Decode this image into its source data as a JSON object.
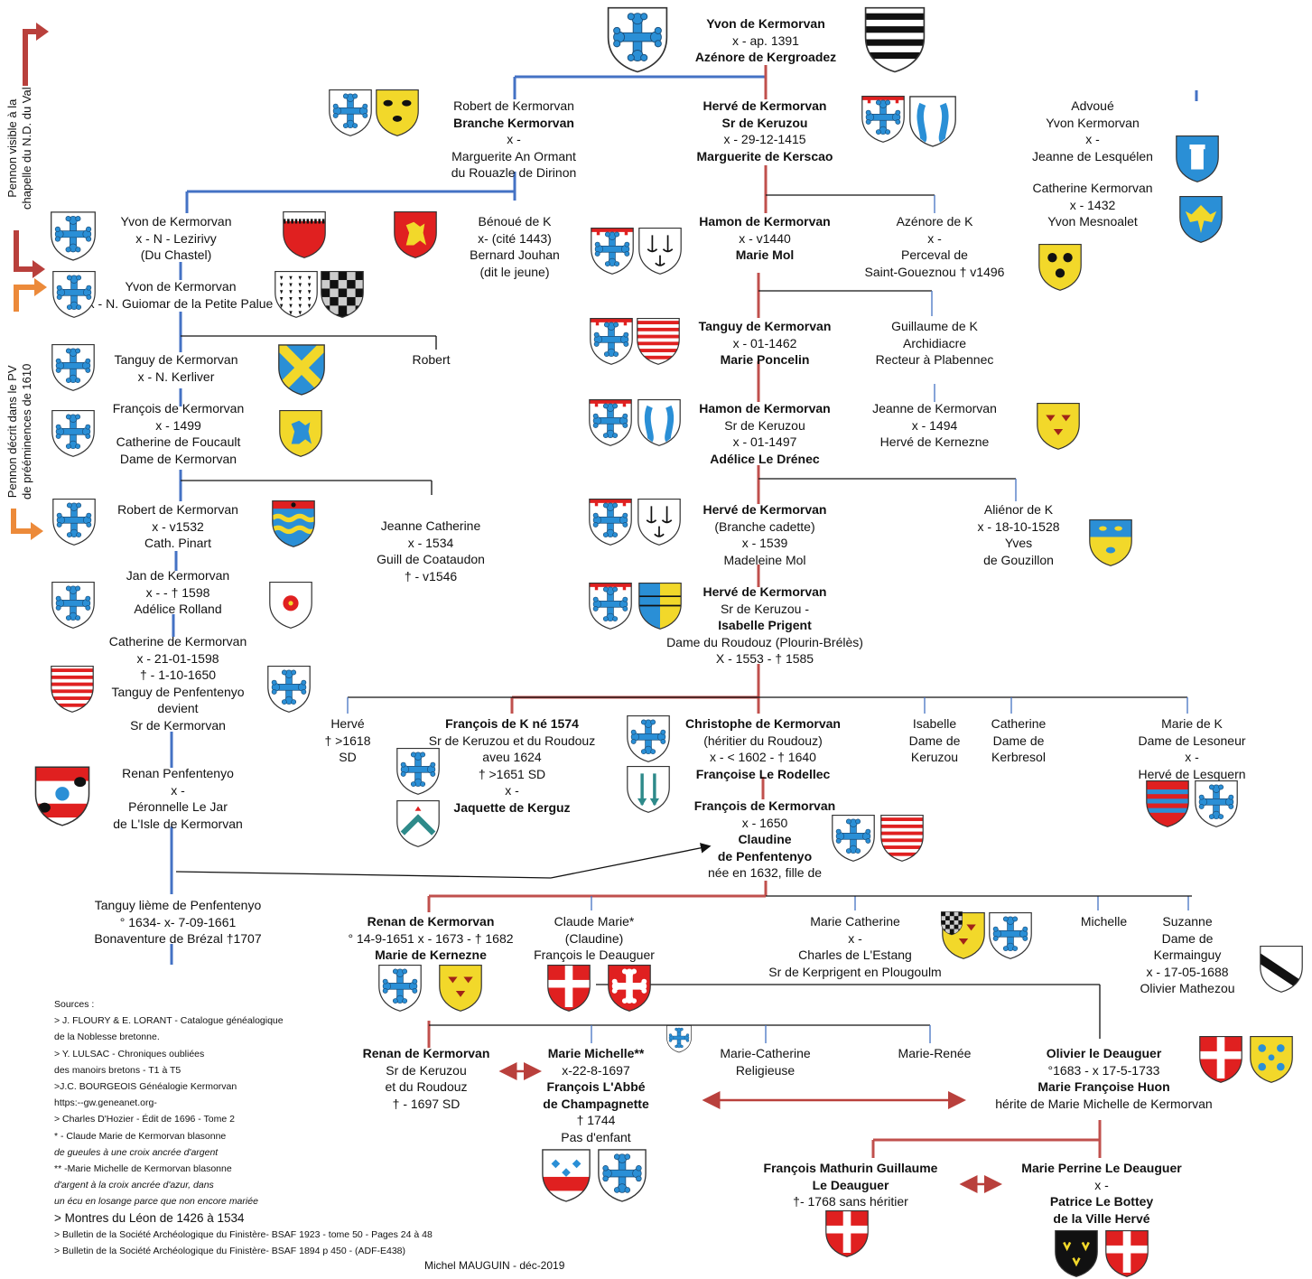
{
  "colors": {
    "blue_line": "#4472c4",
    "red_line": "#c0504d",
    "arrow_red": "#b9403c",
    "arrow_orange": "#ec8a3a",
    "azure": "#2a8fd6",
    "gules": "#e02020",
    "or": "#f2d82a",
    "sable": "#111111"
  },
  "side_notes": {
    "pennon_val": [
      "Pennon visible à la",
      "chapelle du N.D. du Val"
    ],
    "pennon_pv": [
      "Pennon décrit dans le PV",
      "de prééminences de 1610"
    ]
  },
  "persons": {
    "yvon_top": [
      "Yvon de Kermorvan",
      "x - ap. 1391",
      "Azénore de Kergroadez"
    ],
    "robert_branche": [
      "Robert de Kermorvan",
      "Branche Kermorvan",
      "x -",
      "Marguerite An Ormant",
      "du Rouazle de Dirinon"
    ],
    "herve_1415": [
      "Hervé de Kermorvan",
      "Sr de Keruzou",
      "x - 29-12-1415",
      "Marguerite de Kerscao"
    ],
    "advoue": [
      "Advoué",
      "Yvon Kermorvan",
      "x -",
      "Jeanne de Lesquélen"
    ],
    "catherine_1432": [
      "Catherine Kermorvan",
      "x - 1432",
      "Yvon Mesnoalet"
    ],
    "yvon_lezirivy": [
      "Yvon de Kermorvan",
      "x - N - Lezirivy",
      "(Du Chastel)"
    ],
    "benoue": [
      "Bénoué de K",
      "x- (cité 1443)",
      "Bernard Jouhan",
      "(dit le jeune)"
    ],
    "hamon_1440": [
      "Hamon de Kermorvan",
      "x -  v1440",
      "Marie Mol"
    ],
    "azenore_k": [
      "Azénore de K",
      "x -",
      "Perceval de",
      "Saint-Goueznou † v1496"
    ],
    "yvon_guiomar": [
      "Yvon de Kermorvan",
      "x - N. Guiomar de la Petite Palue"
    ],
    "tanguy_kerliver": [
      "Tanguy de Kermorvan",
      "x - N. Kerliver"
    ],
    "robert_solo": [
      "Robert"
    ],
    "tanguy_1462": [
      "Tanguy de Kermorvan",
      "x - 01-1462",
      "Marie Poncelin"
    ],
    "guillaume_k": [
      "Guillaume de K",
      "Archidiacre",
      "Recteur à Plabennec"
    ],
    "francois_1499": [
      "François de Kermorvan",
      "x - 1499",
      "Catherine de Foucault",
      "Dame de Kermorvan"
    ],
    "hamon_1497": [
      "Hamon de Kermorvan",
      "Sr de Keruzou",
      "x - 01-1497",
      "Adélice Le Drénec"
    ],
    "jeanne_1494": [
      "Jeanne de Kermorvan",
      "x - 1494",
      "Hervé de Kernezne"
    ],
    "robert_1532": [
      "Robert de Kermorvan",
      "x - v1532",
      "Cath. Pinart"
    ],
    "jeanne_catherine": [
      "Jeanne Catherine",
      "x - 1534",
      "Guill de Coataudon",
      "† - v1546"
    ],
    "herve_1539": [
      "Hervé de Kermorvan",
      "(Branche cadette)",
      "x - 1539",
      "Madeleine Mol"
    ],
    "alienor": [
      "Aliénor de K",
      "x - 18-10-1528",
      "Yves",
      "de Gouzillon"
    ],
    "jan_1598": [
      "Jan de Kermorvan",
      "x -   - † 1598",
      "Adélice Rolland"
    ],
    "herve_prigent": [
      "Hervé de Kermorvan",
      "Sr de Keruzou -",
      "Isabelle Prigent",
      "Dame du Roudouz  (Plourin-Brélès)",
      "X - 1553  -  † 1585"
    ],
    "catherine_1598": [
      "Catherine de Kermorvan",
      "x - 21-01-1598",
      "† - 1-10-1650",
      "Tanguy de Penfentenyo",
      "devient",
      "Sr de Kermorvan"
    ],
    "herve_1618": [
      "Hervé",
      "†  >1618",
      "SD"
    ],
    "francois_1574": [
      "François de K né 1574",
      "Sr de Keruzou et du Roudouz",
      "aveu 1624",
      "† >1651 SD",
      "x -",
      "Jaquette de Kerguz"
    ],
    "christophe": [
      "Christophe de Kermorvan",
      "(héritier du Roudouz)",
      "x - < 1602 - † 1640",
      "Françoise Le Rodellec"
    ],
    "isabelle": [
      "Isabelle",
      "Dame de",
      "Keruzou"
    ],
    "catherine_kerbresol": [
      "Catherine",
      "Dame de",
      "Kerbresol"
    ],
    "marie_lesoneur": [
      "Marie de K",
      "Dame de Lesoneur",
      "x -",
      "Hervé de Lesquern"
    ],
    "renan_penfentenyo": [
      "Renan Penfentenyo",
      "x -",
      "Péronnelle Le Jar",
      "de L'Isle de Kermorvan"
    ],
    "francois_1650": [
      "François de  Kermorvan",
      "x - 1650",
      "Claudine",
      "de Penfentenyo",
      "née en 1632, fille de"
    ],
    "tanguy_ii": [
      "Tanguy lième de Penfentenyo",
      "° 1634- x- 7-09-1661",
      "Bonaventure de Brézal †1707"
    ],
    "renan_1673": [
      "Renan de Kermorvan",
      "° 14-9-1651 x - 1673 - † 1682",
      "Marie de Kernezne"
    ],
    "claude_marie": [
      "Claude Marie*",
      "(Claudine)",
      "François le Deauguer"
    ],
    "marie_catherine": [
      "Marie Catherine",
      "x -",
      "Charles de L'Estang",
      "Sr de Kerprigent en Plougoulm"
    ],
    "michelle": [
      "Michelle"
    ],
    "suzanne": [
      "Suzanne",
      "Dame de",
      "Kermainguy",
      "x - 17-05-1688",
      "Olivier Mathezou"
    ],
    "renan_1697": [
      "Renan de Kermorvan",
      "Sr de Keruzou",
      "et du Roudouz",
      "† - 1697 SD"
    ],
    "marie_michelle": [
      "Marie Michelle**",
      "x-22-8-1697",
      "François L'Abbé",
      "de Champagnette",
      "† 1744",
      "Pas d'enfant"
    ],
    "marie_cath_rel": [
      "Marie-Catherine",
      "Religieuse"
    ],
    "marie_renee": [
      "Marie-Renée"
    ],
    "olivier_deauguer": [
      "Olivier le Deauguer",
      "°1683 - x 17-5-1733",
      "Marie Françoise Huon",
      "hérite de Marie Michelle de Kermorvan"
    ],
    "francois_mathurin": [
      "François Mathurin Guillaume",
      "Le Deauguer",
      "†- 1768 sans héritier"
    ],
    "marie_perrine": [
      "Marie Perrine Le Deauguer",
      "x -",
      "Patrice Le Bottey",
      "de la Ville Hervé"
    ]
  },
  "sources": {
    "title": "Sources :",
    "lines": [
      "> J. FLOURY &  E. LORANT - Catalogue généalogique",
      "de la Noblesse bretonne.",
      "> Y. LULSAC - Chroniques oubliées",
      " des manoirs bretons - T1 à T5",
      ">J.C. BOURGEOIS Généalogie  Kermorvan",
      "https:--gw.geneanet.org-",
      "> Charles D'Hozier - Édit de 1696 - Tome 2",
      "* - Claude Marie de Kermorvan blasonne",
      " de gueules à une croix ancrée d'argent",
      "** -Marie Michelle de Kermorvan  blasonne",
      "d'argent à la  croix ancrée d'azur, dans",
      " un écu en losange parce que non encore mariée",
      "> Montres du Léon de 1426 à 1534",
      "> Bulletin de la Société Archéologique du Finistère- BSAF 1923 - tome 50 - Pages 24 à 48",
      "> Bulletin de la Société Archéologique du Finistère- BSAF 1894 p 450 -  (ADF-E438)"
    ]
  },
  "author": "Michel MAUGUIN - déc-2019"
}
